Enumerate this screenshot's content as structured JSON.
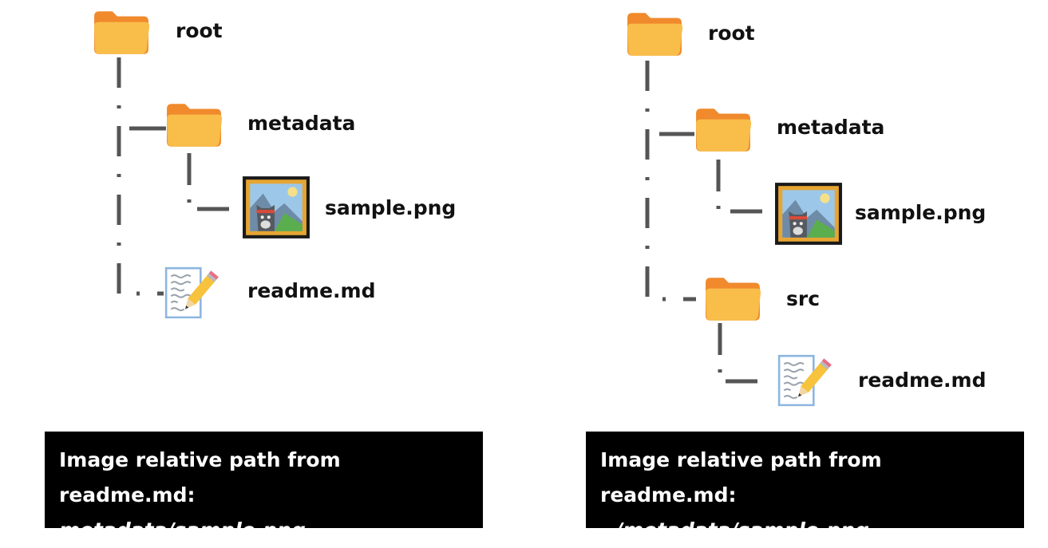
{
  "left_tree": {
    "root": "root",
    "metadata": "metadata",
    "image": "sample.png",
    "readme": "readme.md",
    "caption": {
      "label": "Image relative path from readme.md:",
      "path": "metadata/sample.png"
    }
  },
  "right_tree": {
    "root": "root",
    "metadata": "metadata",
    "image": "sample.png",
    "src": "src",
    "readme": "readme.md",
    "caption": {
      "label": "Image relative path from readme.md:",
      "path": "../metadata/sample.png"
    }
  },
  "colors": {
    "connector": "#555555",
    "folder_front": "#F9BD4A",
    "folder_back": "#F08A2C",
    "caption_bg": "#000000"
  },
  "icons": [
    "folder-icon",
    "image-file-icon",
    "document-pencil-icon"
  ]
}
